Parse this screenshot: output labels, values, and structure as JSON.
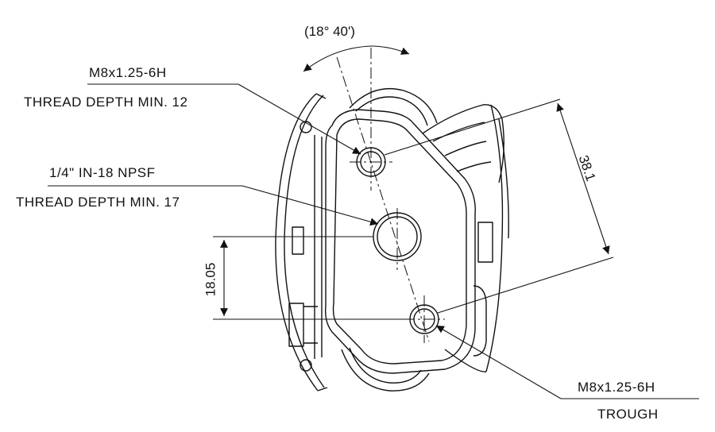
{
  "angle_dimension": "(18° 40')",
  "callouts": {
    "top_spec": "M8x1.25-6H",
    "top_depth": "THREAD DEPTH MIN. 12",
    "middle_spec": "1/4\" IN-18 NPSF",
    "middle_depth": "THREAD DEPTH MIN. 17",
    "bottom_spec": "M8x1.25-6H",
    "bottom_note": "TROUGH"
  },
  "dimensions": {
    "spacing": "38.1",
    "offset": "18.05"
  },
  "line_color": "#111111"
}
